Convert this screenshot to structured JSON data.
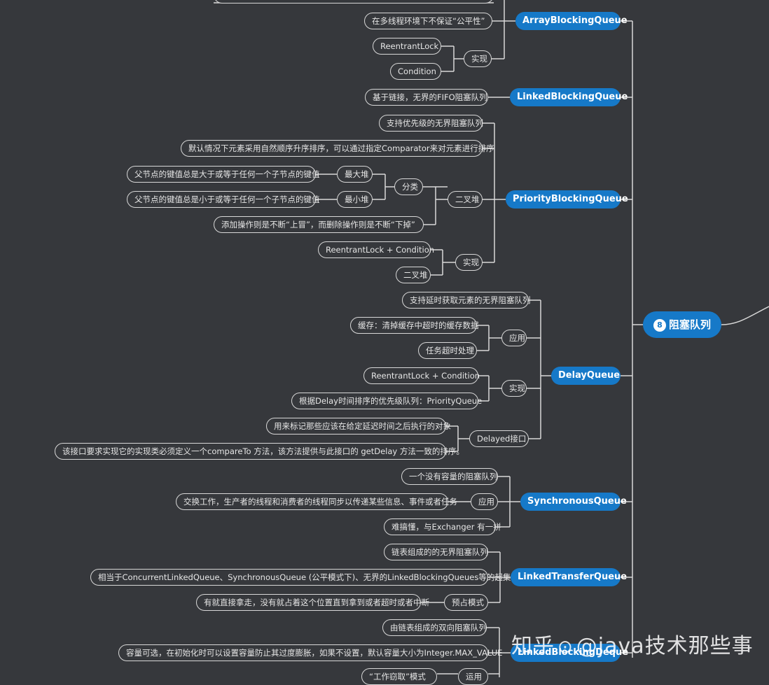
{
  "root": {
    "badge": "8",
    "label": "阻塞队列"
  },
  "queues": {
    "array": "ArrayBlockingQueue",
    "linked": "LinkedBlockingQueue",
    "priority": "PriorityBlockingQueue",
    "delay": "DelayQueue",
    "sync": "SynchronousQueue",
    "transfer": "LinkedTransferQueue",
    "deque": "LinkedBlockingDeque"
  },
  "array": {
    "fair": "在多线程环境下不保证“公平性”",
    "impl": "实现",
    "lock": "ReentrantLock",
    "cond": "Condition"
  },
  "linked": {
    "desc": "基于链接，无界的FIFO阻塞队列"
  },
  "priority": {
    "desc1": "支持优先级的无界阻塞队列",
    "desc2": "默认情况下元素采用自然顺序升序排序，可以通过指定Comparator来对元素进行排序",
    "heap": "二叉堆",
    "cls": "分类",
    "max": "最大堆",
    "min": "最小堆",
    "maxdesc": "父节点的键值总是大于或等于任何一个子节点的键值",
    "mindesc": "父节点的键值总是小于或等于任何一个子节点的键值",
    "ops": "添加操作则是不断“上冒”，而删除操作则是不断“下掉”",
    "impl": "实现",
    "implA": "ReentrantLock + Condition",
    "implB": "二叉堆"
  },
  "delay": {
    "desc": "支持延时获取元素的无界阻塞队列",
    "app": "应用",
    "app1": "缓存：清掉缓存中超时的缓存数据",
    "app2": "任务超时处理",
    "impl": "实现",
    "impl1": "ReentrantLock + Condition",
    "impl2": "根据Delay时间排序的优先级队列：PriorityQueue",
    "iface": "Delayed接口",
    "iface1": "用来标记那些应该在给定延迟时间之后执行的对象",
    "iface2": "该接口要求实现它的实现类必须定义一个compareTo 方法，该方法提供与此接口的 getDelay 方法一致的排序。"
  },
  "sync": {
    "desc": "一个没有容量的阻塞队列",
    "app": "应用",
    "app1": "交换工作，生产者的线程和消费者的线程同步以传递某些信息、事件或者任务",
    "hard": "难搞懂，与Exchanger 有一拼"
  },
  "transfer": {
    "desc": "链表组成的的无界阻塞队列",
    "super": "相当于ConcurrentLinkedQueue、SynchronousQueue (公平模式下)、无界的LinkedBlockingQueues等的超集",
    "pre": "预占模式",
    "pre1": "有就直接拿走，没有就占着这个位置直到拿到或者超时或者中断"
  },
  "deque": {
    "desc": "由链表组成的双向阻塞队列",
    "cap": "容量可选，在初始化时可以设置容量防止其过度膨胀，如果不设置，默认容量大小为Integer.MAX_VALUE",
    "use": "运用",
    "steal": "“工作窃取”模式"
  },
  "watermark": {
    "brand": "知乎",
    "text": "@java技术那些事"
  },
  "colors": {
    "background": "#36383c",
    "accent": "#1679c8",
    "line": "#d8d8d8"
  }
}
